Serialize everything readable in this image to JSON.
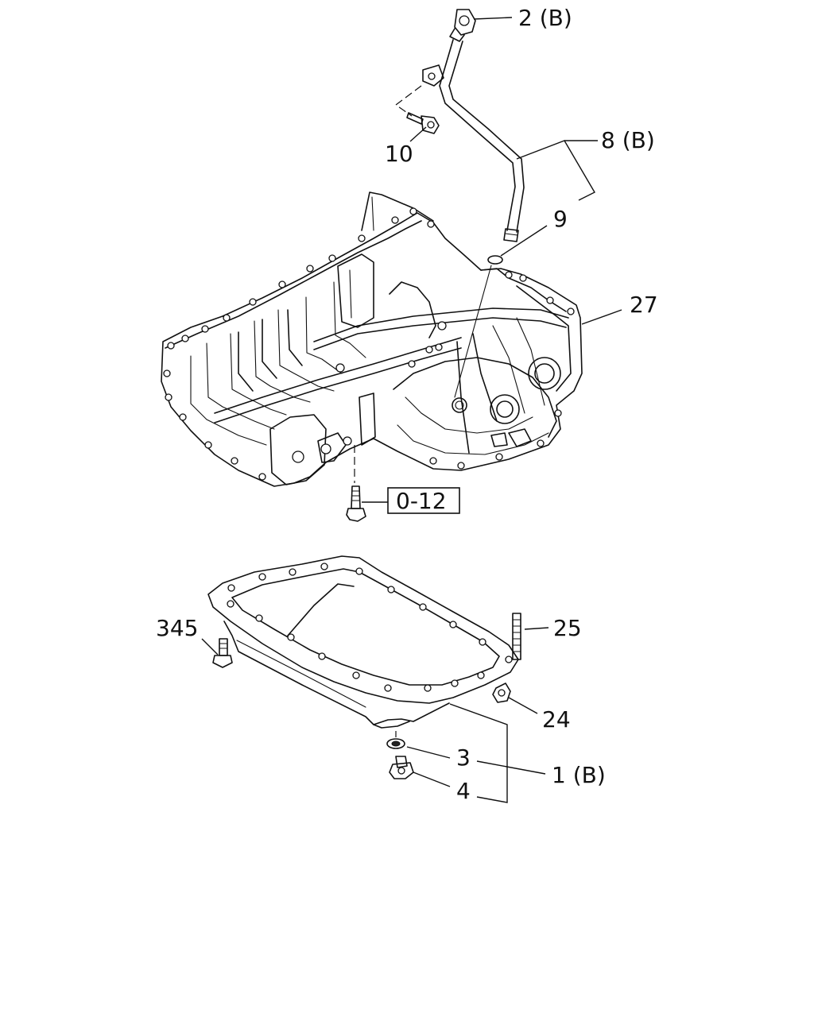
{
  "callouts": {
    "c2b": "2 (B)",
    "c8b": "8 (B)",
    "c10": "10",
    "c9": "9",
    "c27": "27",
    "c012": "0-12",
    "c345": "345",
    "c25": "25",
    "c24": "24",
    "c3": "3",
    "c1b": "1 (B)",
    "c4": "4"
  }
}
